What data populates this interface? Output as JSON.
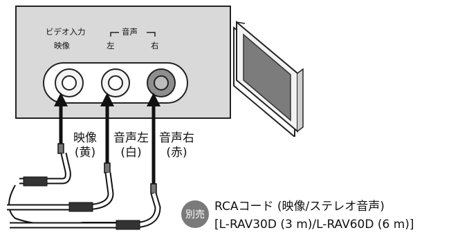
{
  "panel": {
    "video_input_label": "ビデオ入力",
    "video_label": "映像",
    "audio_label": "音声",
    "left_label": "左",
    "right_label": "右"
  },
  "cables": {
    "video": {
      "name": "映像",
      "color": "(黄)"
    },
    "audio_left": {
      "name": "音声左",
      "color": "(白)"
    },
    "audio_right": {
      "name": "音声右",
      "color": "(赤)"
    }
  },
  "product": {
    "badge": "別売",
    "name": "RCAコード (映像/ステレオ音声)",
    "models": "[L-RAV30D (3 m)/L-RAV60D (6 m)]"
  }
}
